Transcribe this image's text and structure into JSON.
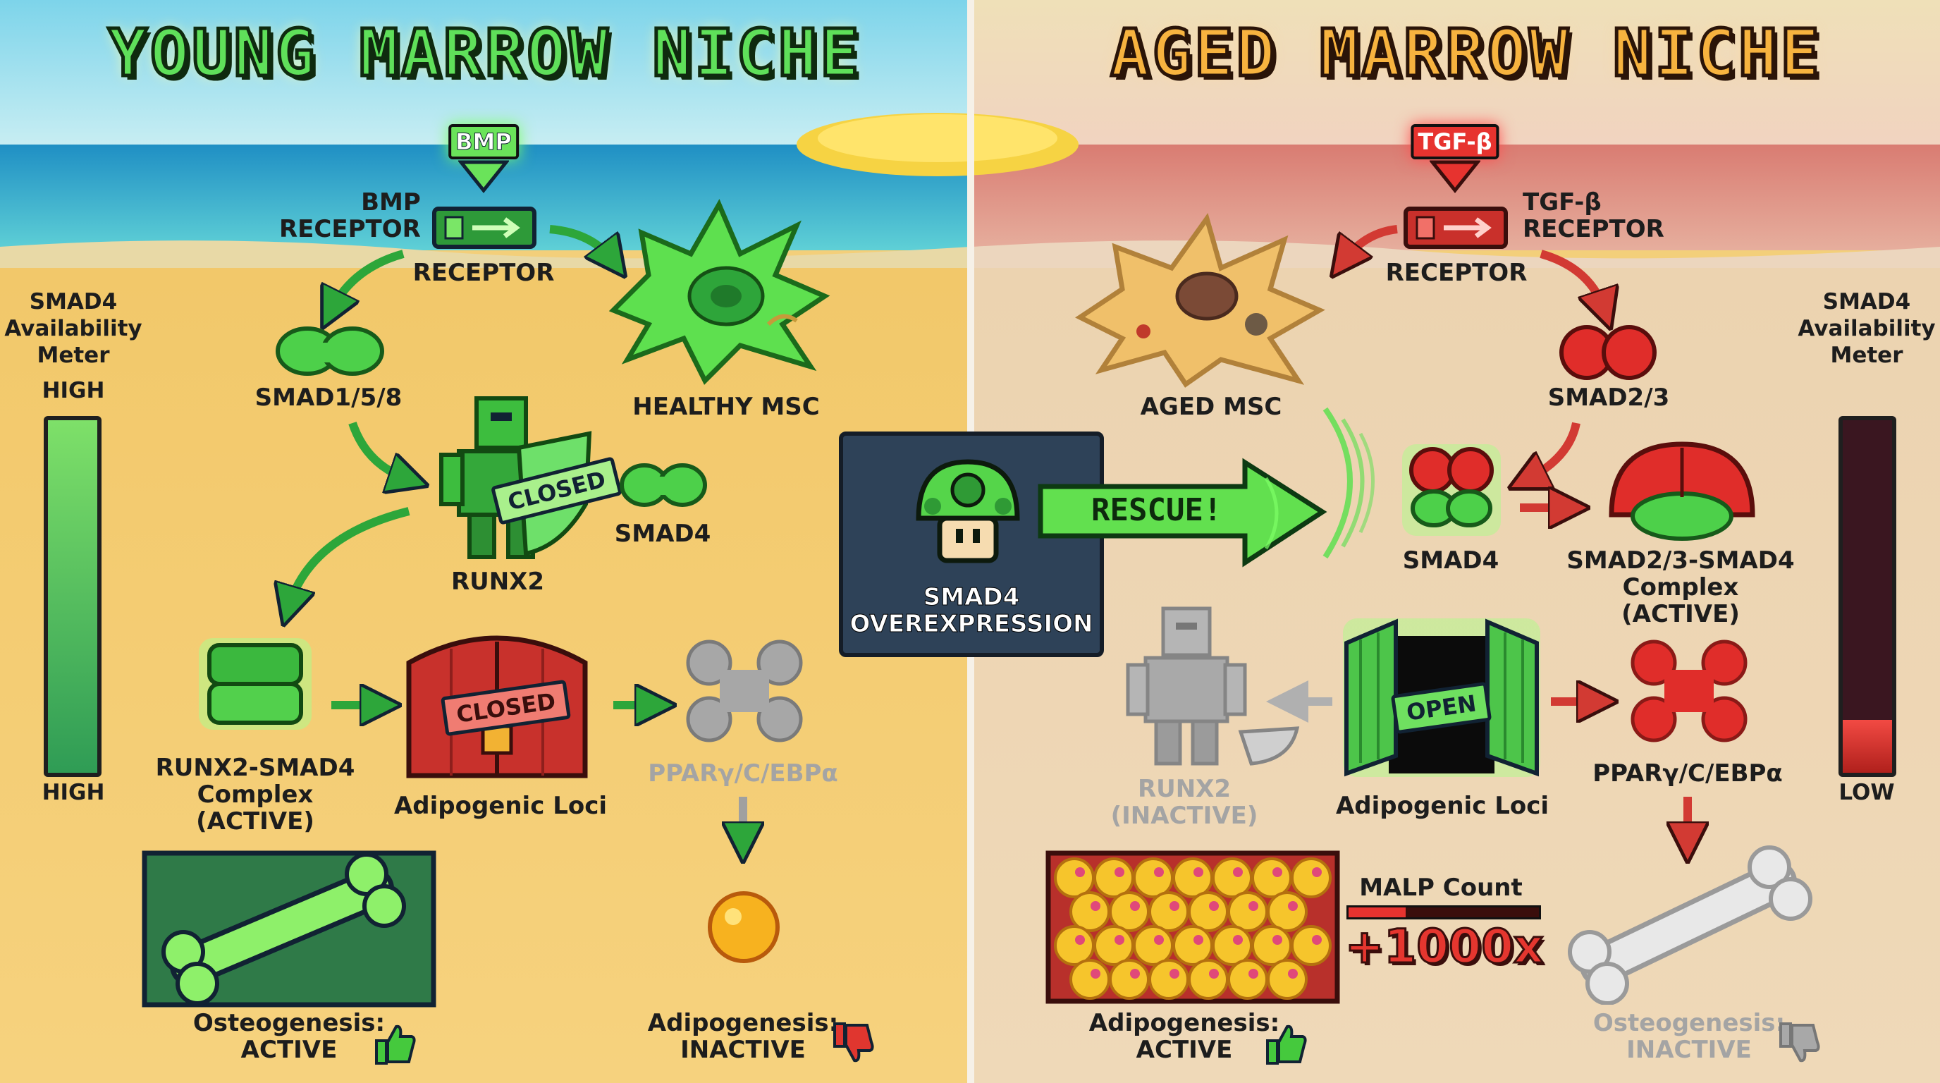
{
  "colors": {
    "young_accent": "#5fe05a",
    "aged_accent": "#f7b33f",
    "active_green": "#45c93d",
    "inhibit_red": "#e03a33",
    "inactive_gray": "#a4a4a4",
    "rescue_panel": "#2e4258"
  },
  "young": {
    "title": "YOUNG MARROW NICHE",
    "ligand": "BMP",
    "receptor_side_label": "BMP\nRECEPTOR",
    "receptor_label": "RECEPTOR",
    "smad_label": "SMAD1/5/8",
    "cell_label": "HEALTHY MSC",
    "runx2_label": "RUNX2",
    "shield_text": "CLOSED",
    "smad4_label": "SMAD4",
    "complex_label_1": "RUNX2-SMAD4",
    "complex_label_2": "Complex",
    "complex_label_3": "(ACTIVE)",
    "gate_text": "CLOSED",
    "loci_label": "Adipogenic Loci",
    "ppar_label": "PPARγ/C/EBPα",
    "osteo_label_1": "Osteogenesis:",
    "osteo_label_2": "ACTIVE",
    "adipo_label_1": "Adipogenesis:",
    "adipo_label_2": "INACTIVE",
    "meter_title_1": "SMAD4",
    "meter_title_2": "Availability",
    "meter_title_3": "Meter",
    "meter_top": "HIGH",
    "meter_bottom": "HIGH",
    "meter_level": 1.0,
    "icons": [
      "thumbs-up-icon",
      "thumbs-down-icon",
      "bone-icon",
      "fat-droplet-icon",
      "knight-icon",
      "shield-icon",
      "gate-icon",
      "lock-icon"
    ]
  },
  "rescue": {
    "arrow_text": "RESCUE!",
    "label_1": "SMAD4",
    "label_2": "OVEREXPRESSION",
    "icon": "mushroom-icon"
  },
  "aged": {
    "title": "AGED MARROW NICHE",
    "ligand": "TGF-β",
    "receptor_side_label": "TGF-β\nRECEPTOR",
    "receptor_label": "RECEPTOR",
    "cell_label": "AGED MSC",
    "smad_label": "SMAD2/3",
    "smad4_label": "SMAD4",
    "complex_label_1": "SMAD2/3-SMAD4",
    "complex_label_2": "Complex",
    "complex_label_3": "(ACTIVE)",
    "runx2_label_1": "RUNX2",
    "runx2_label_2": "(INACTIVE)",
    "gate_text": "OPEN",
    "loci_label": "Adipogenic Loci",
    "ppar_label": "PPARγ/C/EBPα",
    "malp_title": "MALP Count",
    "malp_value": "+1000x",
    "adipo_label_1": "Adipogenesis:",
    "adipo_label_2": "ACTIVE",
    "osteo_label_1": "Osteogenesis:",
    "osteo_label_2": "INACTIVE",
    "meter_title_1": "SMAD4",
    "meter_title_2": "Availability",
    "meter_title_3": "Meter",
    "meter_bottom": "LOW",
    "meter_level": 0.15
  }
}
